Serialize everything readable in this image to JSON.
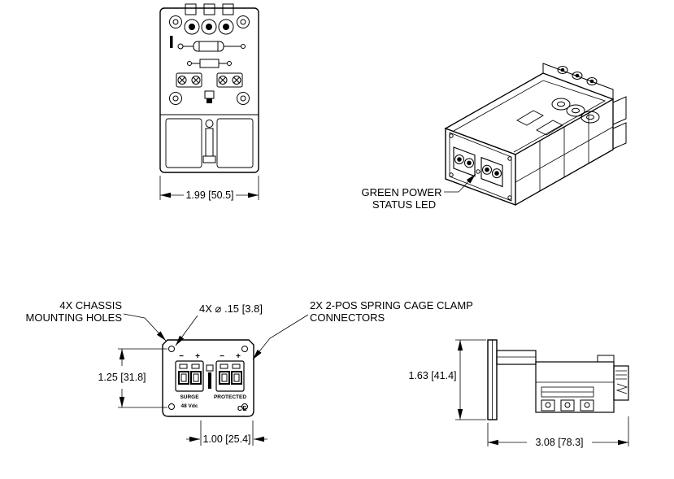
{
  "drawing": {
    "top_view": {
      "dim_width": "1.99 [50.5]"
    },
    "iso_view": {
      "led_callout_line1": "GREEN POWER",
      "led_callout_line2": "STATUS LED"
    },
    "front_view": {
      "callout_chassis_line1": "4X CHASSIS",
      "callout_chassis_line2": "MOUNTING HOLES",
      "callout_hole_diameter": "4X ⌀ .15 [3.8]",
      "callout_connectors_line1": "2X 2-POS SPRING CAGE CLAMP",
      "callout_connectors_line2": "CONNECTORS",
      "dim_hole_spacing_vertical": "1.25 [31.8]",
      "dim_hole_spacing_horizontal": "1.00 [25.4]",
      "panel_labels": {
        "minus": "−",
        "plus": "+",
        "surge": "SURGE",
        "protected": "PROTECTED",
        "voltage": "48 Vdc",
        "ce_mark": "CE"
      }
    },
    "side_view": {
      "dim_height": "1.63 [41.4]",
      "dim_depth": "3.08 [78.3]"
    }
  }
}
